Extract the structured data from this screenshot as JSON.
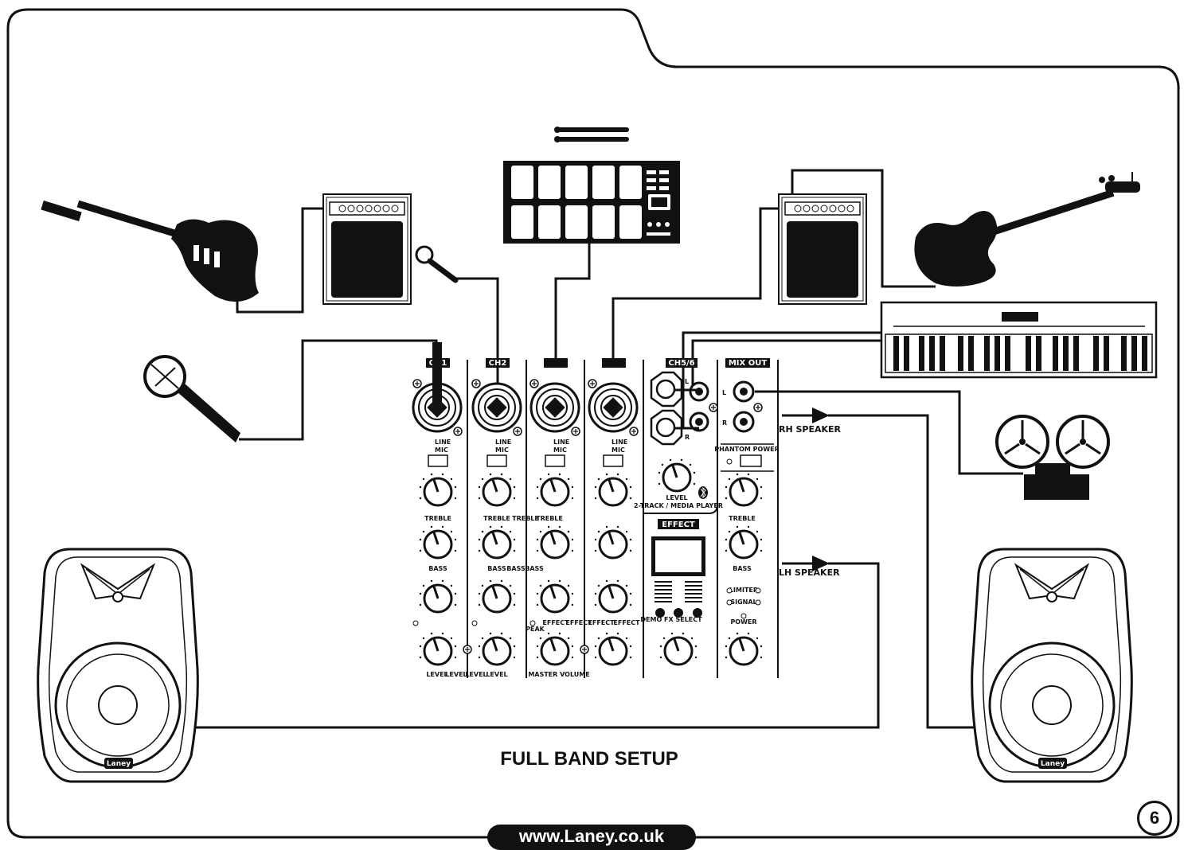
{
  "title": "FULL BAND SETUP",
  "page_number": "6",
  "website": "www.Laney.co.uk",
  "mixer": {
    "channel_tags": [
      "CH1",
      "CH2",
      "",
      ""
    ],
    "ch56_tag": "CH5/6",
    "mixout_tag": "MIX OUT",
    "line_label": "LINE",
    "mic_label": "MIC",
    "treble_labels": [
      "TREBLE",
      "TREBLE",
      "TREBLE",
      "TREBLE"
    ],
    "bass_labels": [
      "BASS",
      "BASS",
      "BASS",
      "BASS"
    ],
    "effect_labels": [
      "EFFECT",
      "EFFECT",
      "EFFECT",
      "EFFECT"
    ],
    "level_labels": [
      "LEVEL",
      "LEVEL",
      "LEVEL",
      "LEVEL"
    ],
    "peak_label": "PEAK",
    "ch56_level": "LEVEL",
    "ch56_caption": "2-TRACK / MEDIA PLAYER",
    "l_label": "L",
    "r_label": "R",
    "effect_tag": "EFFECT",
    "demo_fx": "DEMO FX SELECT",
    "phantom": "PHANTOM POWER",
    "mix_treble": "TREBLE",
    "mix_bass": "BASS",
    "limiter": "LIMITER",
    "signal": "SIGNAL",
    "power": "POWER",
    "master_volume": "MASTER VOLUME"
  },
  "outputs": {
    "rh_speaker": "RH SPEAKER",
    "lh_speaker": "LH SPEAKER"
  },
  "speaker_brand": "Laney"
}
